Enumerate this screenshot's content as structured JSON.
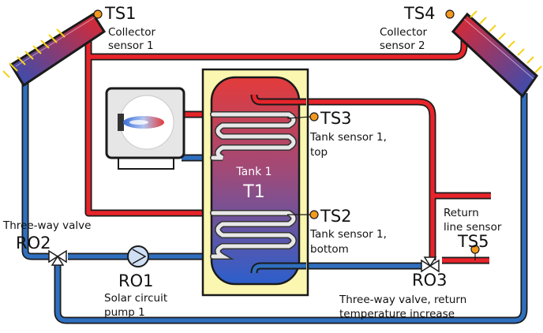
{
  "sensors": {
    "ts1": {
      "code": "TS1",
      "line1": "Collector",
      "line2": "sensor 1"
    },
    "ts4": {
      "code": "TS4",
      "line1": "Collector",
      "line2": "sensor 2"
    },
    "ts3": {
      "code": "TS3",
      "line1": "Tank sensor 1,",
      "line2": "top"
    },
    "ts2": {
      "code": "TS2",
      "line1": "Tank sensor 1,",
      "line2": "bottom"
    },
    "ts5": {
      "code": "TS5",
      "line1": "Return",
      "line2": "line sensor"
    }
  },
  "tank": {
    "name": "Tank 1",
    "code": "T1"
  },
  "valves": {
    "ro2": {
      "code": "RO2",
      "label": "Three-way valve"
    },
    "ro3": {
      "code": "RO3",
      "line1": "Three-way valve, return",
      "line2": "temperature increase"
    }
  },
  "pump": {
    "code": "RO1",
    "line1": "Solar circuit",
    "line2": "pump 1"
  },
  "colors": {
    "hot_pipe": "#e8242b",
    "cold_pipe": "#2f6fbf",
    "tank_frame": "#fbf6b0",
    "sensor_dot": "#f39a1e",
    "arrow": "#f5d21a"
  }
}
